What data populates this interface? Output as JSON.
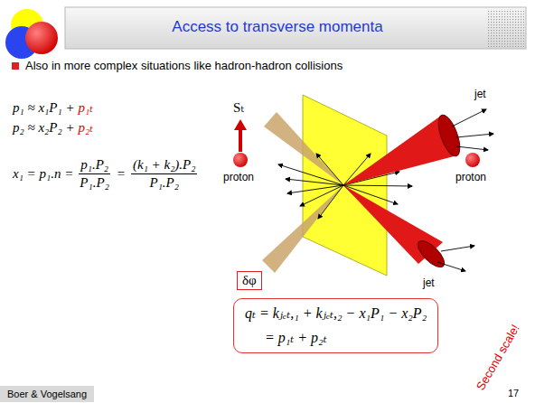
{
  "diagram": {
    "title": "Access to transverse momenta",
    "nodes": [
      {
        "text": [
          "δφ"
        ]
      },
      {
        "text": [
          "qₜ = kⱼₑₜ,₁ + kⱼₑₜ,₂ − x₁P₁ − x₂P₂",
          "= p₁ₜ + p₂ₜ"
        ]
      },
      {
        "text": [
          "Boer & Vogelsang"
        ]
      }
    ],
    "labels": [
      "Also in more complex situations like hadron-hadron collisions",
      "p₁ ≈ x₁P₁ +",
      "p₁ₜ",
      "p₂ ≈ x₂P₂ +",
      "p₂ₜ",
      "x₁ = p₁.n =",
      "p₁.P₂",
      "P₁.P₂",
      "=",
      "(k₁ + k₂).P₂",
      "P₁.P₂",
      "Sₜ",
      "proton",
      "proton",
      "jet",
      "jet",
      "Second scale!",
      "17"
    ]
  }
}
